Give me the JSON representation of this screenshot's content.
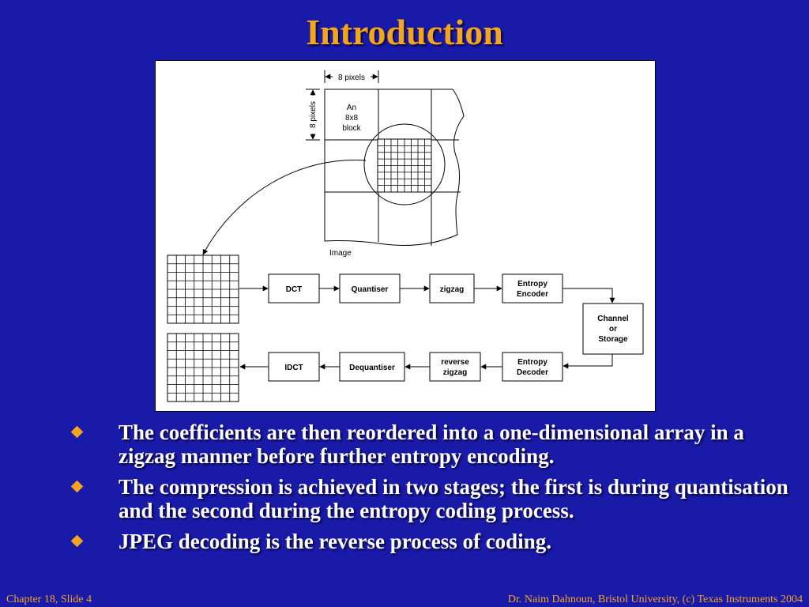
{
  "slide": {
    "title": "Introduction",
    "footer_left": "Chapter 18, Slide 4",
    "footer_right": "Dr. Naim Dahnoun, Bristol University,  (c) Texas Instruments 2004"
  },
  "colors": {
    "background": "#1a1aa8",
    "accent": "#f3a520",
    "text": "#ffffff"
  },
  "diagram": {
    "dim_horizontal": "8 pixels",
    "dim_vertical": "8 pixels",
    "block_label": [
      "An",
      "8x8",
      "block"
    ],
    "image_label": "Image",
    "encoder": {
      "dct": "DCT",
      "quantiser": "Quantiser",
      "zigzag": "zigzag",
      "entropy_encoder": [
        "Entropy",
        "Encoder"
      ]
    },
    "channel": [
      "Channel",
      "or",
      "Storage"
    ],
    "decoder": {
      "entropy_decoder": [
        "Entropy",
        "Decoder"
      ],
      "reverse_zigzag": [
        "reverse",
        "zigzag"
      ],
      "dequantiser": "Dequantiser",
      "idct": "IDCT"
    }
  },
  "bullets": [
    "The coefficients are then reordered into a one-dimensional array in a zigzag manner before further entropy encoding.",
    "The compression is achieved in two stages; the first is during quantisation and the second during the entropy coding process.",
    "JPEG decoding is the reverse process of coding."
  ]
}
